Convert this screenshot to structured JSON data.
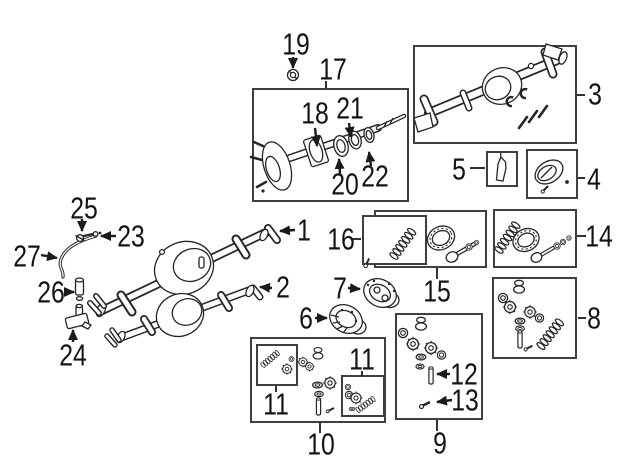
{
  "colors": {
    "background": "#ffffff",
    "artwork_line": "#262626",
    "box_border": "#3f3f3f",
    "callout_text": "#141414"
  },
  "callouts": {
    "c1": "1",
    "c2": "2",
    "c3": "3",
    "c4": "4",
    "c5": "5",
    "c6": "6",
    "c7": "7",
    "c8": "8",
    "c9": "9",
    "c10": "10",
    "c11_left": "11",
    "c11_right": "11",
    "c12": "12",
    "c13": "13",
    "c14": "14",
    "c15": "15",
    "c16": "16",
    "c17": "17",
    "c18": "18",
    "c19": "19",
    "c20": "20",
    "c21": "21",
    "c22": "22",
    "c23": "23",
    "c24": "24",
    "c25": "25",
    "c26": "26",
    "c27": "27"
  }
}
